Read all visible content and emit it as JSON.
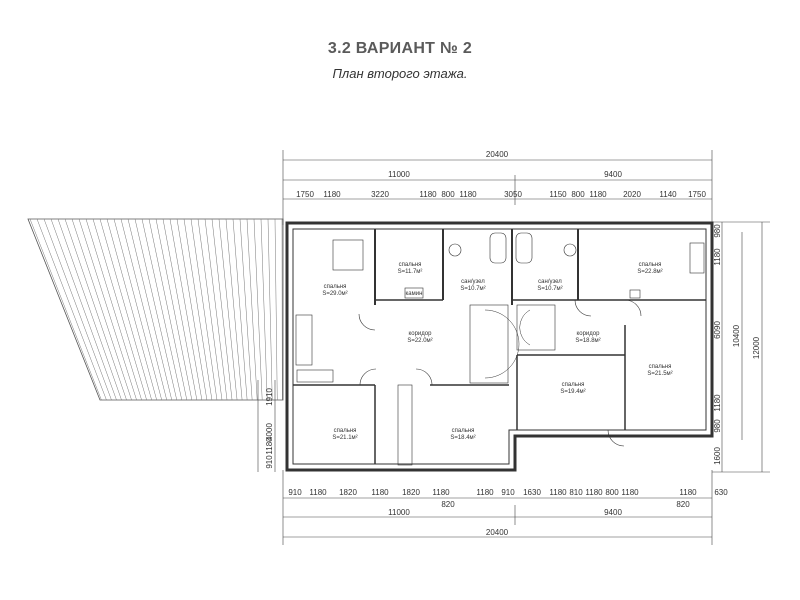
{
  "header": {
    "title": "3.2 ВАРИАНТ № 2",
    "subtitle": "План второго этажа."
  },
  "dims": {
    "total": "20400",
    "left": "11000",
    "right": "9400",
    "top_segments": [
      "1750",
      "1180",
      "3220",
      "1180",
      "800",
      "1180",
      "3050",
      "1150",
      "800",
      "1180",
      "2020",
      "1140",
      "1750"
    ],
    "bottom_segments": [
      "910",
      "1180",
      "1820",
      "1180",
      "1820",
      "1180",
      "1180",
      "910",
      "1630",
      "1180",
      "810",
      "1180",
      "800",
      "1180",
      "1180",
      "630"
    ],
    "bottom_small": [
      "820",
      "820"
    ],
    "right_segments": [
      "980",
      "1180",
      "6090",
      "1180",
      "980",
      "1600"
    ],
    "right_mid": "10400",
    "right_total": "12000",
    "left_segments": [
      "1910",
      "4000",
      "1180",
      "910"
    ]
  },
  "rooms": [
    {
      "name": "спальня",
      "area": "S=29.0м²"
    },
    {
      "name": "спальня",
      "area": "S=11.7м²"
    },
    {
      "name": "сан/узел",
      "area": "S=10.7м²"
    },
    {
      "name": "сан/узел",
      "area": "S=10.7м²"
    },
    {
      "name": "спальня",
      "area": "S=22.8м²"
    },
    {
      "name": "коридор",
      "area": "S=22.0м²"
    },
    {
      "name": "коридор",
      "area": "S=18.8м²"
    },
    {
      "name": "спальня",
      "area": "S=21.5м²"
    },
    {
      "name": "спальня",
      "area": "S=19.4м²"
    },
    {
      "name": "спальня",
      "area": "S=21.1м²"
    },
    {
      "name": "спальня",
      "area": "S=18.4м²"
    }
  ],
  "labels": {
    "kamin": "камин"
  }
}
